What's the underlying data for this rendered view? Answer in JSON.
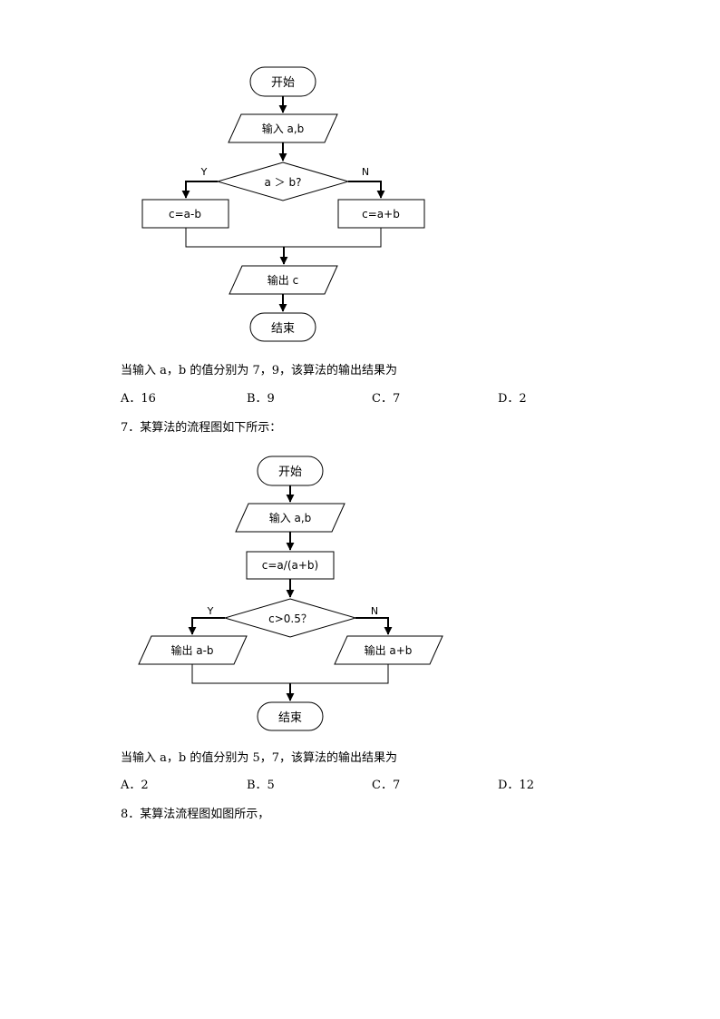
{
  "flowchart1": {
    "start": "开始",
    "input": "输入 a,b",
    "condition": "a ＞ b?",
    "yes": "Y",
    "no": "N",
    "left_process": "c=a-b",
    "right_process": "c=a+b",
    "output": "输出 c",
    "end": "结束"
  },
  "question6": {
    "prompt": "当输入 a，b 的值分别为 7，9，该算法的输出结果为",
    "options": [
      "A．16",
      "B．9",
      "C．7",
      "D．2"
    ]
  },
  "question7": {
    "title": "7．某算法的流程图如下所示：",
    "prompt": "当输入 a，b 的值分别为 5，7，该算法的输出结果为",
    "options": [
      "A．2",
      "B．5",
      "C．7",
      "D．12"
    ]
  },
  "flowchart2": {
    "start": "开始",
    "input": "输入 a,b",
    "process": "c=a/(a+b)",
    "condition": "c>0.5？",
    "yes": "Y",
    "no": "N",
    "left_output": "输出 a-b",
    "right_output": "输出 a+b",
    "end": "结束"
  },
  "question8": {
    "title": "8．某算法流程图如图所示，"
  }
}
